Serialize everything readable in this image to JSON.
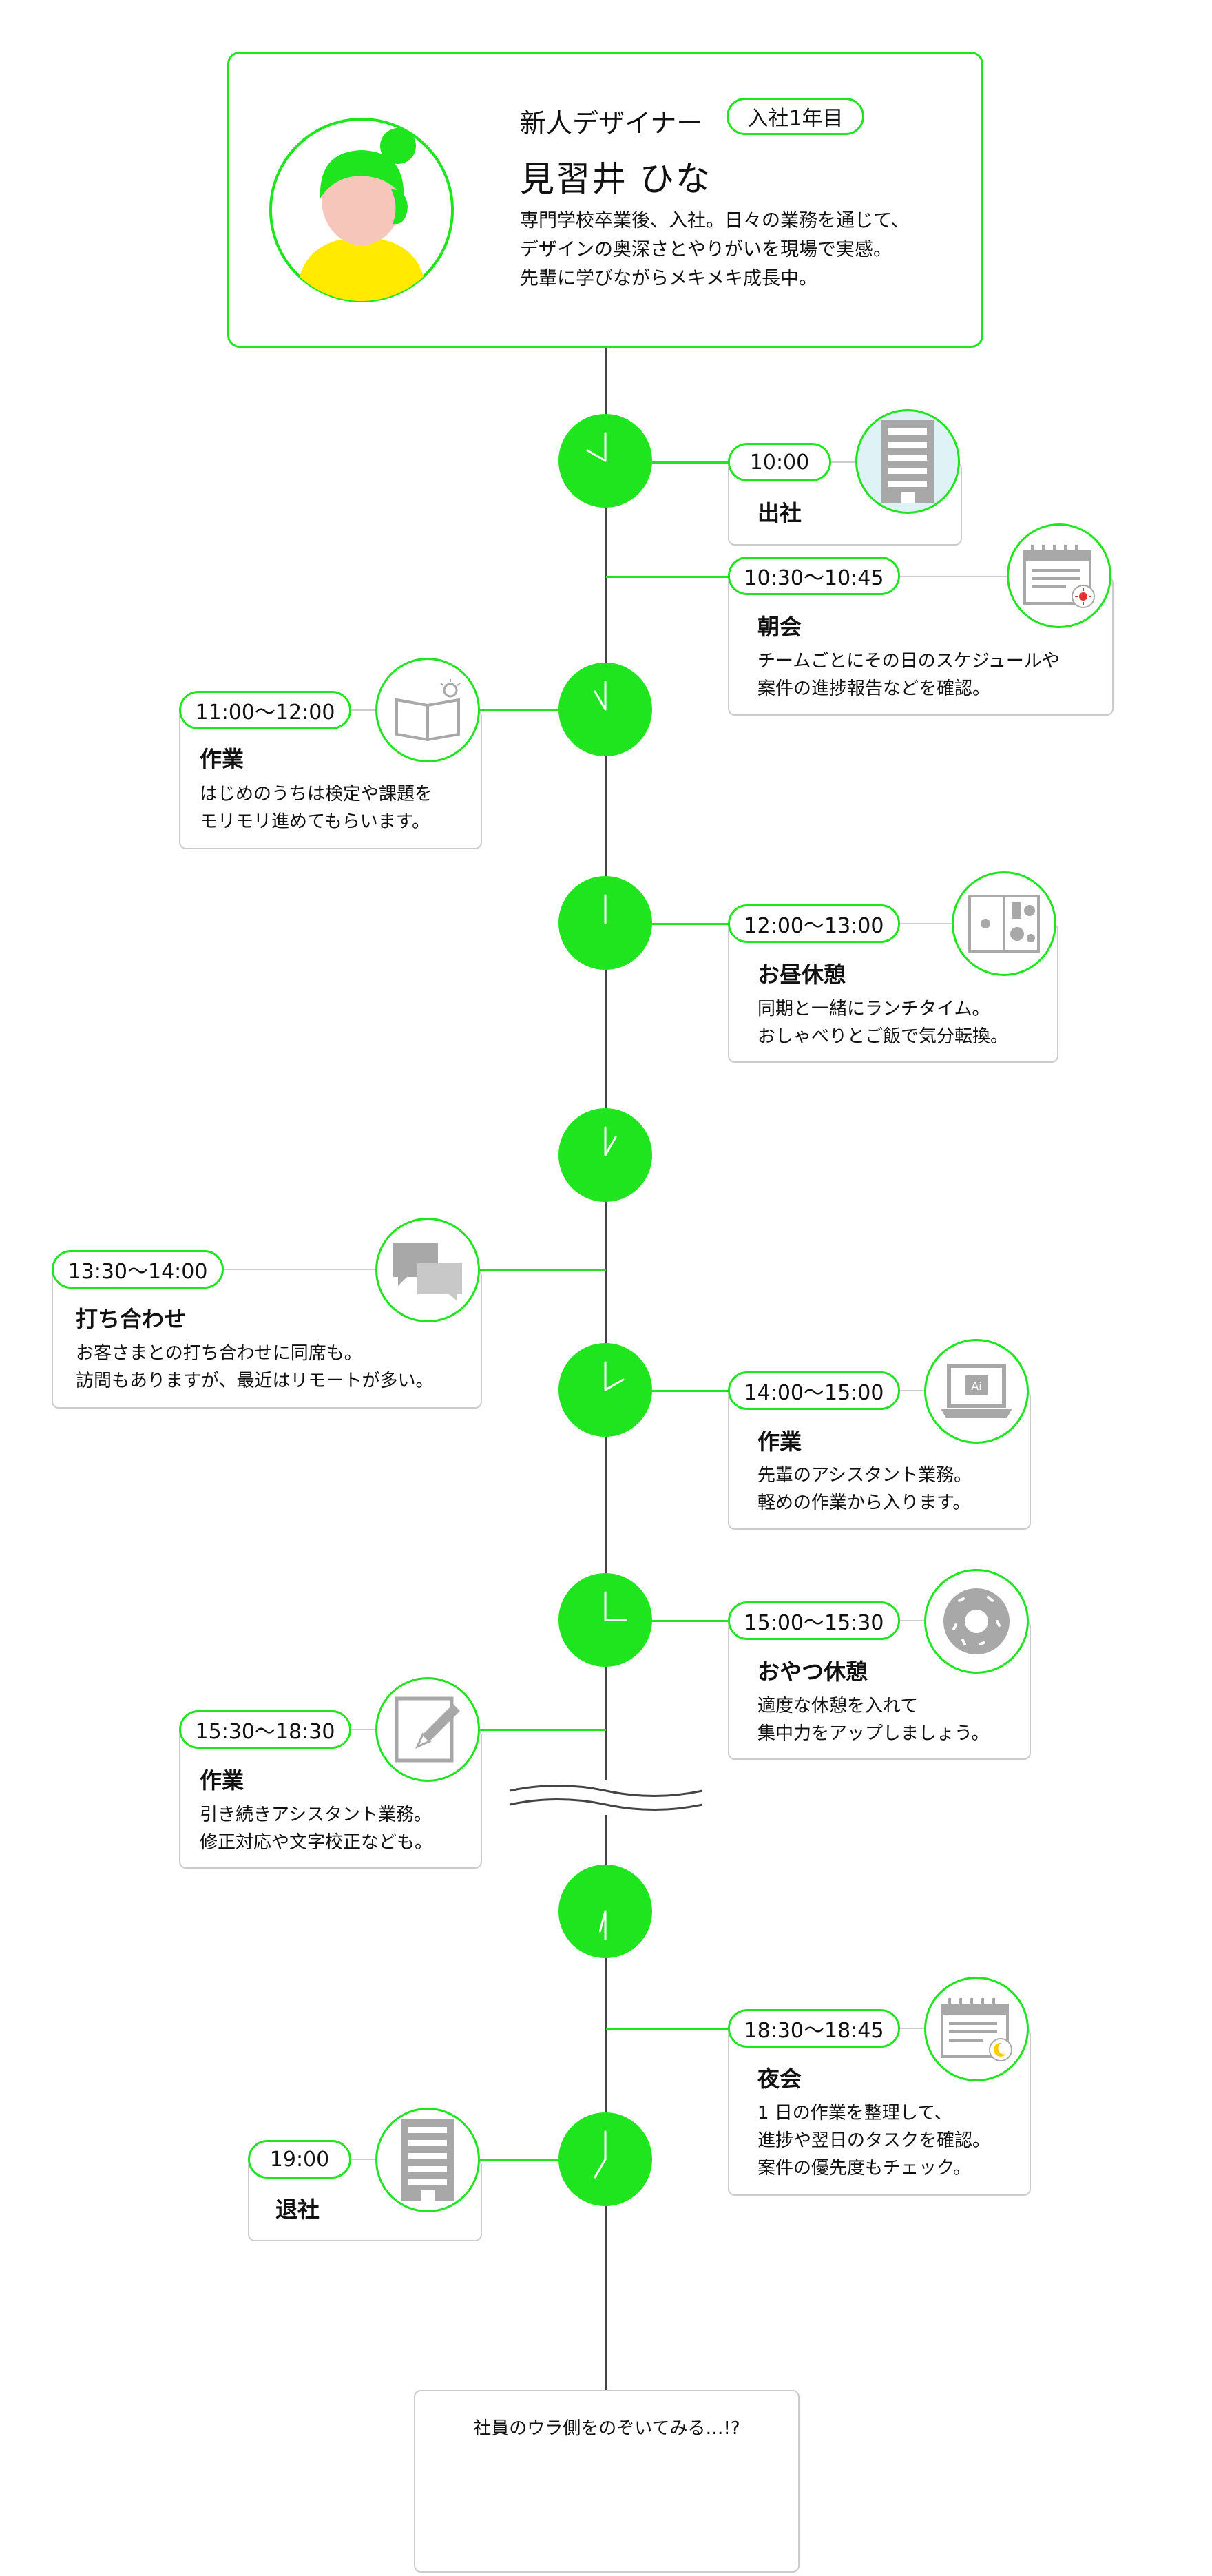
{
  "profile": {
    "role": "新人デザイナー",
    "badge": "入社1年目",
    "name": "見習井 ひな",
    "description": "専門学校卒業後、入社。日々の業務を通じて、\nデザインの奥深さとやりがいを現場で実感。\n先輩に学びながらメキメキ成長中。"
  },
  "colors": {
    "accent": "#1ee51e",
    "line": "#444444",
    "border": "#cccccc",
    "icon_gray": "#a8a8a8"
  },
  "events": [
    {
      "time": "10:00",
      "title": "出社",
      "desc": "",
      "icon": "office-building-icon"
    },
    {
      "time": "10:30〜10:45",
      "title": "朝会",
      "desc": "チームごとにその日のスケジュールや\n案件の進捗報告などを確認。",
      "icon": "calendar-sun-icon"
    },
    {
      "time": "11:00〜12:00",
      "title": "作業",
      "desc": "はじめのうちは検定や課題を\nモリモリ進めてもらいます。",
      "icon": "book-lightbulb-icon"
    },
    {
      "time": "12:00〜13:00",
      "title": "お昼休憩",
      "desc": "同期と一緒にランチタイム。\nおしゃべりとご飯で気分転換。",
      "icon": "lunch-tray-icon"
    },
    {
      "time": "13:30〜14:00",
      "title": "打ち合わせ",
      "desc": "お客さまとの打ち合わせに同席も。\n訪問もありますが、最近はリモートが多い。",
      "icon": "chat-bubbles-icon"
    },
    {
      "time": "14:00〜15:00",
      "title": "作業",
      "desc": "先輩のアシスタント業務。\n軽めの作業から入ります。",
      "icon": "laptop-ai-icon"
    },
    {
      "time": "15:00〜15:30",
      "title": "おやつ休憩",
      "desc": "適度な休憩を入れて\n集中力をアップしましょう。",
      "icon": "donut-icon"
    },
    {
      "time": "15:30〜18:30",
      "title": "作業",
      "desc": "引き続きアシスタント業務。\n修正対応や文字校正なども。",
      "icon": "pencil-paper-icon"
    },
    {
      "time": "18:30〜18:45",
      "title": "夜会",
      "desc": "1 日の作業を整理して、\n進捗や翌日のタスクを確認。\n案件の優先度もチェック。",
      "icon": "calendar-moon-icon"
    },
    {
      "time": "19:00",
      "title": "退社",
      "desc": "",
      "icon": "office-building-icon"
    }
  ],
  "clocks": [
    {
      "hour": 10,
      "minute": 0
    },
    {
      "hour": 11,
      "minute": 0
    },
    {
      "hour": 12,
      "minute": 0
    },
    {
      "hour": 13,
      "minute": 0
    },
    {
      "hour": 14,
      "minute": 0
    },
    {
      "hour": 15,
      "minute": 0
    },
    {
      "hour": 18,
      "minute": 30
    },
    {
      "hour": 19,
      "minute": 0
    }
  ],
  "footer": {
    "text": "社員のウラ側をのぞいてみる…!?"
  }
}
